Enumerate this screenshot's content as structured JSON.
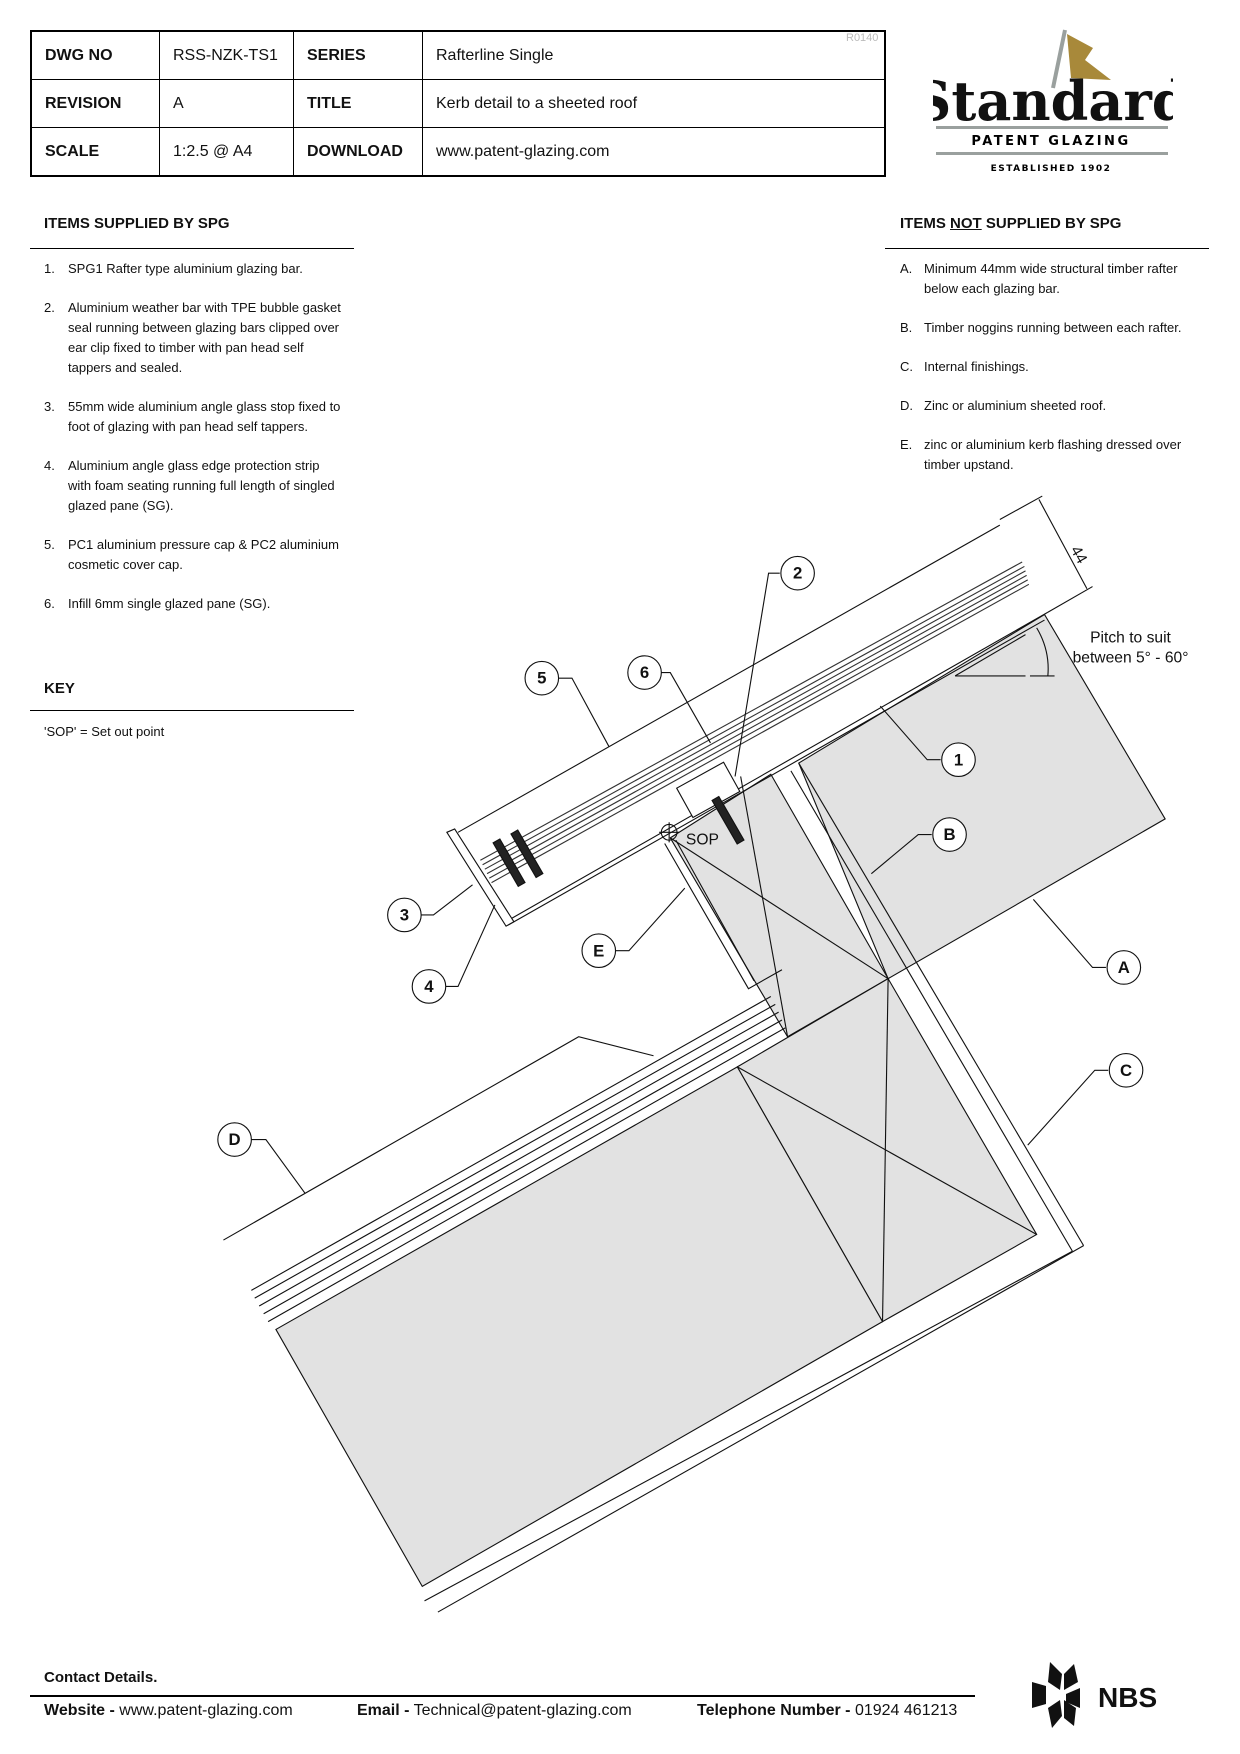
{
  "title_block": {
    "rows": [
      {
        "k1": "DWG NO",
        "v1": "RSS-NZK-TS1",
        "k2": "SERIES",
        "v2": "Rafterline Single"
      },
      {
        "k1": "REVISION",
        "v1": "A",
        "k2": "TITLE",
        "v2": "Kerb detail to a sheeted roof"
      },
      {
        "k1": "SCALE",
        "v1": "1:2.5 @ A4",
        "k2": "DOWNLOAD",
        "v2": "www.patent-glazing.com"
      }
    ],
    "ref": "R0140"
  },
  "logo": {
    "name": "Standard",
    "sub": "PATENT GLAZING",
    "est": "ESTABLISHED 1902",
    "gold": "#a8893a",
    "grey": "#9aa09e"
  },
  "supplied": {
    "heading": "ITEMS SUPPLIED BY SPG",
    "items": [
      {
        "n": "1.",
        "text": "SPG1 Rafter type aluminium glazing bar."
      },
      {
        "n": "2.",
        "text": "Aluminium weather bar with TPE bubble gasket seal running between glazing bars clipped over ear clip fixed to timber with pan head self tappers and sealed."
      },
      {
        "n": "3.",
        "text": "55mm wide aluminium angle glass stop fixed to foot of glazing with pan head self tappers."
      },
      {
        "n": "4.",
        "text": "Aluminium angle glass edge protection strip with foam seating running full length of singled glazed pane (SG)."
      },
      {
        "n": "5.",
        "text": "PC1 aluminium pressure cap & PC2 aluminium cosmetic cover cap."
      },
      {
        "n": "6.",
        "text": "Infill 6mm single glazed pane (SG)."
      }
    ]
  },
  "not_supplied": {
    "heading_pre": "ITEMS ",
    "heading_not": "NOT",
    "heading_post": " SUPPLIED BY SPG",
    "items": [
      {
        "n": "A.",
        "text": "Minimum 44mm wide structural timber rafter below each glazing bar."
      },
      {
        "n": "B.",
        "text": "Timber noggins running between each rafter."
      },
      {
        "n": "C.",
        "text": "Internal finishings."
      },
      {
        "n": "D.",
        "text": "Zinc or aluminium sheeted roof."
      },
      {
        "n": "E.",
        "text": "zinc or aluminium kerb flashing dressed over timber upstand."
      }
    ]
  },
  "key": {
    "heading": "KEY",
    "text": "'SOP' = Set out point"
  },
  "drawing": {
    "labels": {
      "l1": "1",
      "l2": "2",
      "l3": "3",
      "l4": "4",
      "l5": "5",
      "l6": "6",
      "lA": "A",
      "lB": "B",
      "lC": "C",
      "lD": "D",
      "lE": "E"
    },
    "sop": "SOP",
    "dim": "44",
    "pitch1": "Pitch to suit",
    "pitch2": "between 5° - 60°",
    "fill": "#e2e2e2"
  },
  "footer": {
    "heading": "Contact Details.",
    "website_label": "Website",
    "website": "www.patent-glazing.com",
    "email_label": "Email",
    "email": "Technical@patent-glazing.com",
    "phone_label": "Telephone Number",
    "phone": "01924 461213",
    "sep": "-",
    "nbs": "NBS"
  }
}
